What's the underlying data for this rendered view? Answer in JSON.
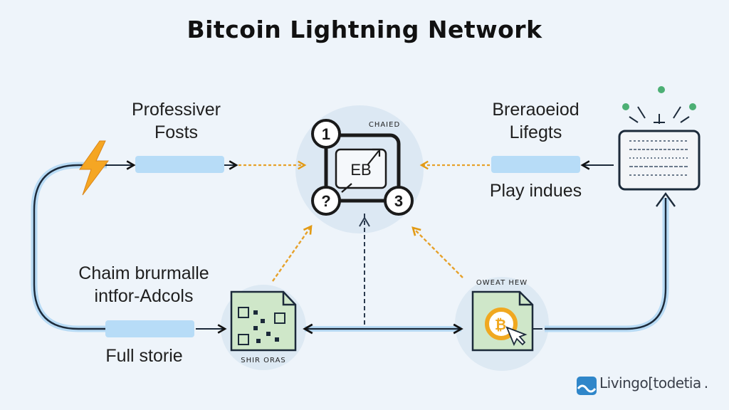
{
  "title": "Bitcoin Lightning Network",
  "labels": {
    "top_left_line1": "Professiver",
    "top_left_line2": "Fosts",
    "top_right_line1": "Breraoeiod",
    "top_right_line2": "Lifegts",
    "right_mid": "Play indues",
    "left_mid_line1": "Chaim brurmalle",
    "left_mid_line2": "intfor-Adcols",
    "bottom_left": "Full storie"
  },
  "hub": {
    "caption": "CHAIED",
    "node_tl": "1",
    "node_bl": "?",
    "node_br": "3",
    "center_glyph": "EB"
  },
  "captions": {
    "left_doc": "SHIR ORAS",
    "right_doc": "OWEAT HEW"
  },
  "logo": {
    "text": "Livingo[todetia",
    "suffix": "."
  },
  "colors": {
    "accent_blue": "#b7dcf7",
    "dark_line": "#1c2a3a",
    "gold": "#f0a820",
    "lightning": "#f5a623",
    "circle_bg": "#dbe8f4",
    "doc_green": "#cfe7c9"
  },
  "icons": [
    "lightning-icon",
    "hub-network-icon",
    "document-qr-icon",
    "document-bitcoin-icon",
    "device-icon",
    "logo-icon"
  ]
}
